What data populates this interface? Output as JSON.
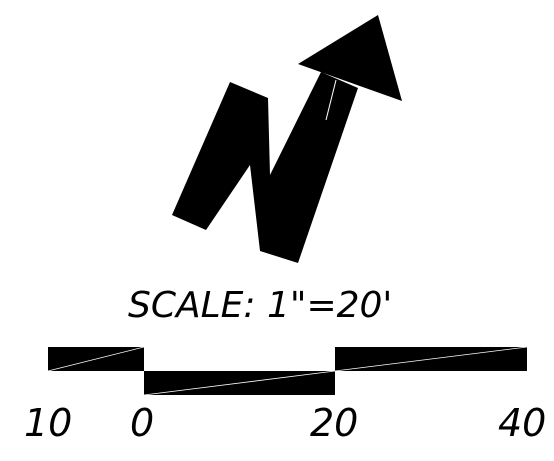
{
  "north_arrow": {
    "letter": "N",
    "icon": "north-arrow-icon"
  },
  "scale": {
    "title": "SCALE: 1\"=20'",
    "tick_labels": [
      "10",
      "0",
      "20",
      "40"
    ]
  },
  "colors": {
    "ink": "#000000",
    "background": "#ffffff"
  }
}
